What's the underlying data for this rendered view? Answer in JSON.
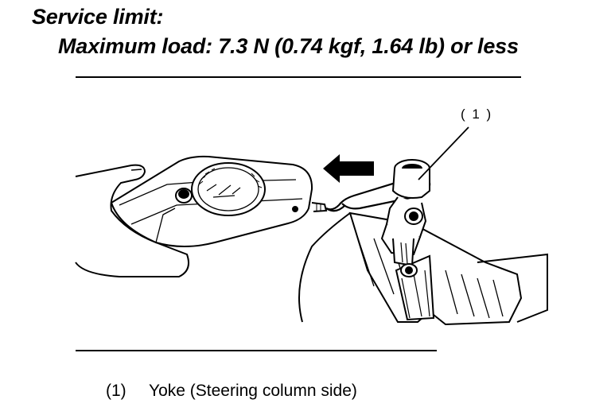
{
  "heading": {
    "line1": "Service limit:",
    "line2": "Maximum load: 7.3 N (0.74 kgf, 1.64 lb) or less"
  },
  "illustration": {
    "callout_label": "( 1 )",
    "subject": "spring scale pulling steering yoke",
    "arrow_icon": "pull-direction-arrow-left"
  },
  "legend": [
    {
      "number": "(1)",
      "text": "Yoke (Steering column side)"
    }
  ]
}
